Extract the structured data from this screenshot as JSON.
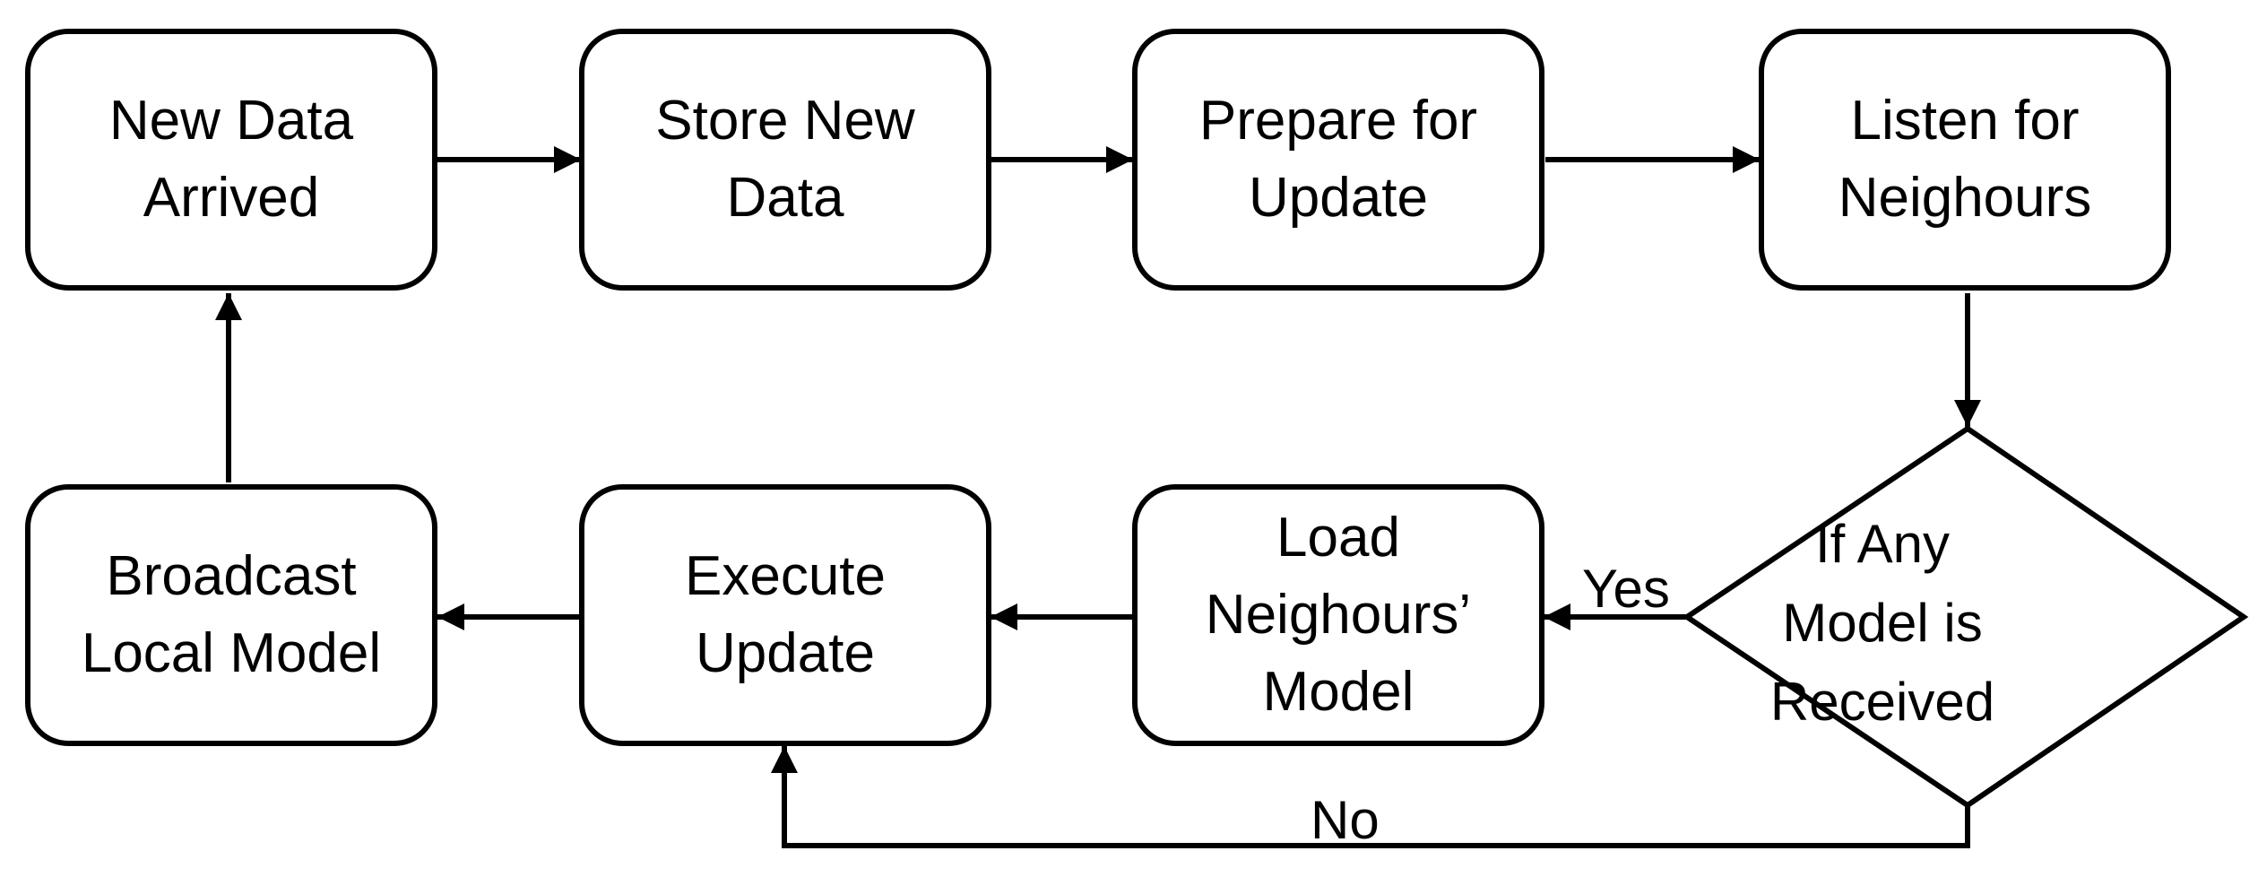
{
  "nodes": {
    "new_data_arrived": "New Data\nArrived",
    "store_new_data": "Store New\nData",
    "prepare_for_update": "Prepare for\nUpdate",
    "listen_for_neighours": "Listen for\nNeighours",
    "if_any_model_received": "If Any\nModel is\nReceived",
    "load_neighours_model": "Load\nNeighours’\nModel",
    "execute_update": "Execute\nUpdate",
    "broadcast_local_model": "Broadcast\nLocal Model"
  },
  "edges": {
    "yes_label": "Yes",
    "no_label": "No"
  }
}
